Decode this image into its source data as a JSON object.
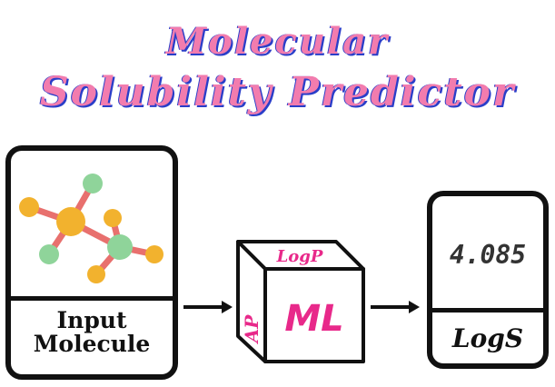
{
  "title": {
    "line1": "Molecular",
    "line2": "Solubility Predictor"
  },
  "input": {
    "label_line1": "Input",
    "label_line2": "Molecule"
  },
  "model": {
    "top_face": "LogP",
    "side_face": "AP",
    "front_face": "ML"
  },
  "output": {
    "value": "4.085",
    "label": "LogS"
  },
  "colors": {
    "title_pink": "#f27cae",
    "title_shadow": "#2a3ec9",
    "cube_text": "#e8298a",
    "atom_orange": "#f2b22e",
    "atom_green": "#8fd49a",
    "bond_red": "#e8706e"
  }
}
